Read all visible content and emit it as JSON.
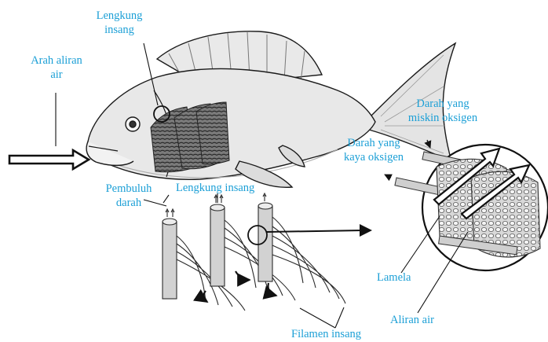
{
  "labels": {
    "gill_arch_top": [
      "Lengkung",
      "insang"
    ],
    "water_flow_direction": [
      "Arah aliran",
      "air"
    ],
    "deoxygenated_blood": [
      "Darah yang",
      "miskin oksigen"
    ],
    "oxygenated_blood": [
      "Darah yang",
      "kaya oksigen"
    ],
    "blood_vessel": [
      "Pembuluh",
      "darah"
    ],
    "gill_arch_bottom": "Lengkung insang",
    "lamella": "Lamela",
    "water_flow": "Aliran air",
    "gill_filaments": "Filamen insang"
  },
  "colors": {
    "label_text": "#1b9fd6",
    "line_art": "#1a1a1a",
    "fish_body": "#e6e6e6",
    "gill_tissue": "#5a5a5a"
  },
  "icons": [
    "fish-illustration",
    "gill-arch-illustration",
    "lamella-closeup-illustration",
    "water-flow-arrow-icon",
    "pointer-arrow-icon"
  ]
}
